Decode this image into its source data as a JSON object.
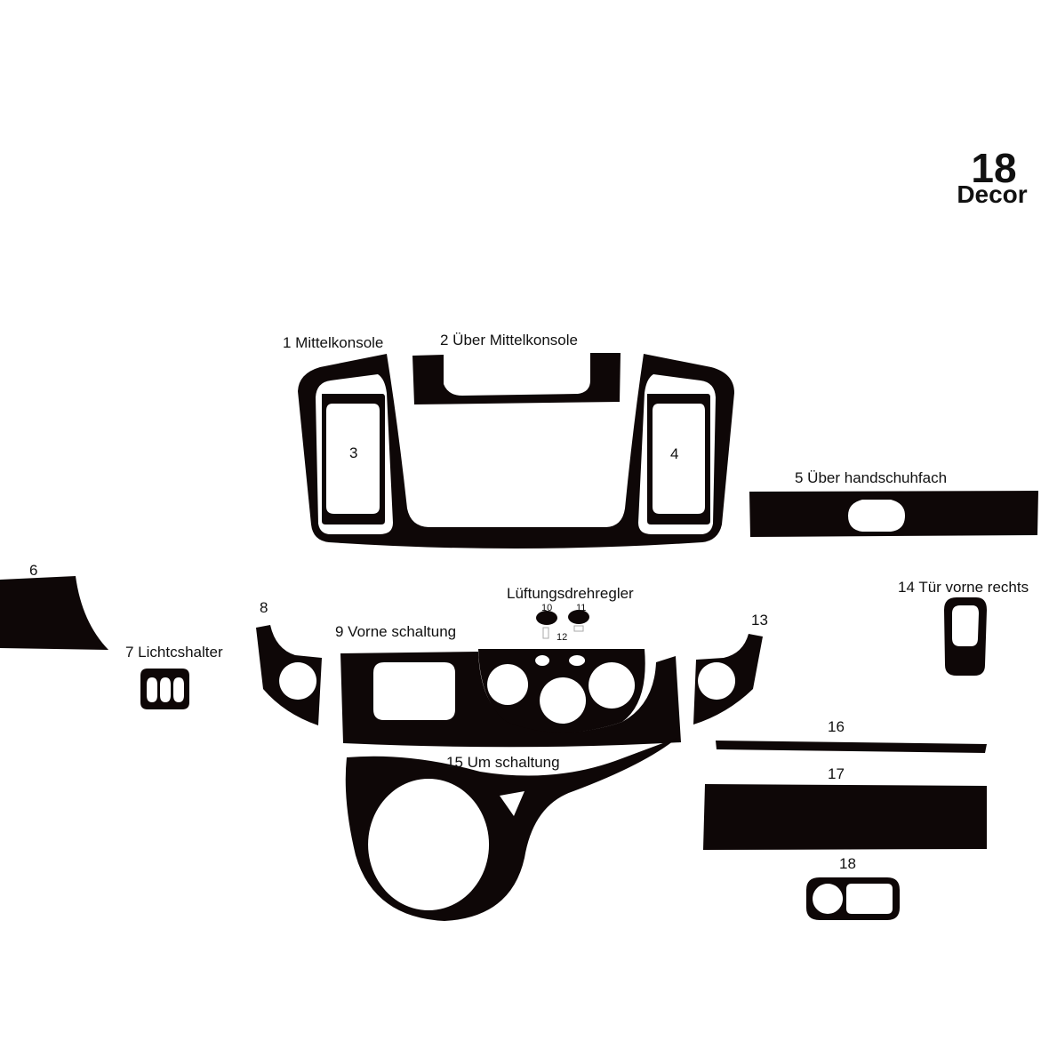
{
  "header": {
    "count": "18",
    "word": "Decor"
  },
  "labels": {
    "p1": "1  Mittelkonsole",
    "p2": "2  Über Mittelkonsole",
    "p3": "3",
    "p4": "4",
    "p5": "5  Über  handschuhfach",
    "p6": "6",
    "p7": "7  Lichtcshalter",
    "p8": "8",
    "p9": "9  Vorne schaltung",
    "vent": "Lüftungsdrehregler",
    "p10": "10",
    "p11": "11",
    "p12": "12",
    "p13": "13",
    "p14": "14  Tür vorne rechts",
    "p15": "15  Um schaltung",
    "p16": "16",
    "p17": "17",
    "p18": "18"
  },
  "colors": {
    "piece": "#0e0707",
    "background": "#ffffff"
  }
}
